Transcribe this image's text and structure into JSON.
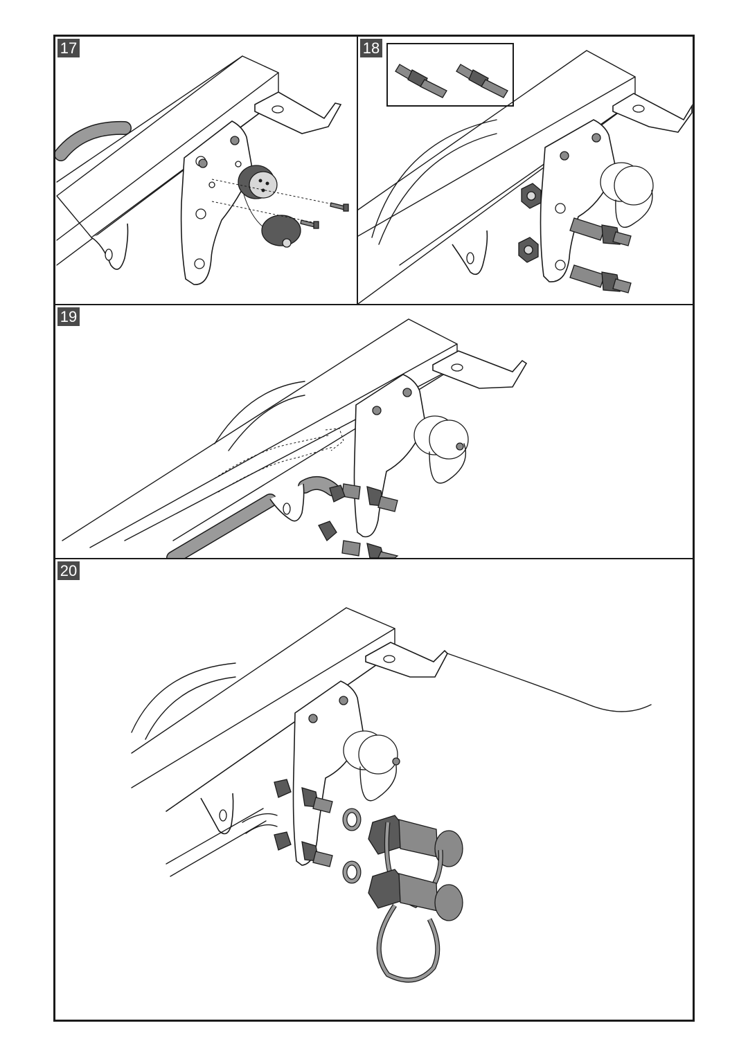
{
  "steps": [
    {
      "number": "17",
      "description": ""
    },
    {
      "number": "18",
      "description": ""
    },
    {
      "number": "19",
      "description": ""
    },
    {
      "number": "20",
      "description": ""
    }
  ],
  "colors": {
    "border": "#1a1a1a",
    "badge_bg": "#4a4a4a",
    "badge_text": "#ffffff",
    "part_gray": "#8a8a8a"
  },
  "icons": [
    "trailer-frame-beam",
    "mounting-bracket",
    "electrical-socket",
    "hydraulic-coupling",
    "bolt-icon",
    "nut-icon",
    "seal-ring-icon",
    "dust-cap-icon"
  ]
}
